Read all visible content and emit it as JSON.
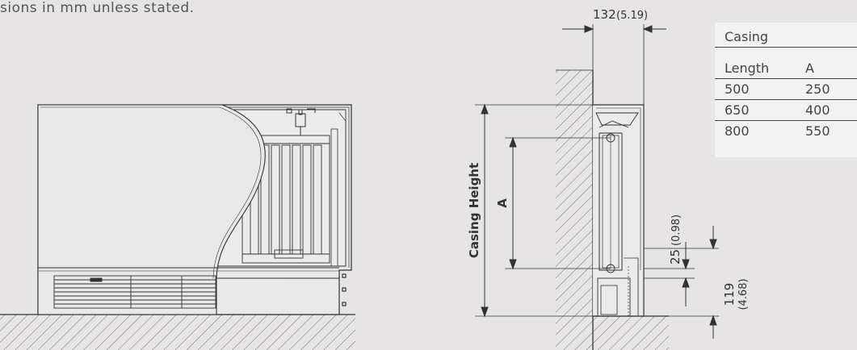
{
  "note": "sions in mm unless stated.",
  "dimensions": {
    "depth": {
      "value": "132",
      "imperial": "(5.19)"
    },
    "casing_height_label": "Casing Height",
    "a_label": "A",
    "gap": {
      "value": "25",
      "imperial": "(0.98)"
    },
    "floor": {
      "value": "119",
      "imperial": "(4.68)"
    }
  },
  "table": {
    "title": "Casing",
    "headers": [
      "Length",
      "A"
    ],
    "rows": [
      [
        "500",
        "250"
      ],
      [
        "650",
        "400"
      ],
      [
        "800",
        "550"
      ]
    ]
  },
  "colors": {
    "background": "#e6e4e4",
    "table_bg": "#f3f2f2",
    "line": "#333333"
  }
}
